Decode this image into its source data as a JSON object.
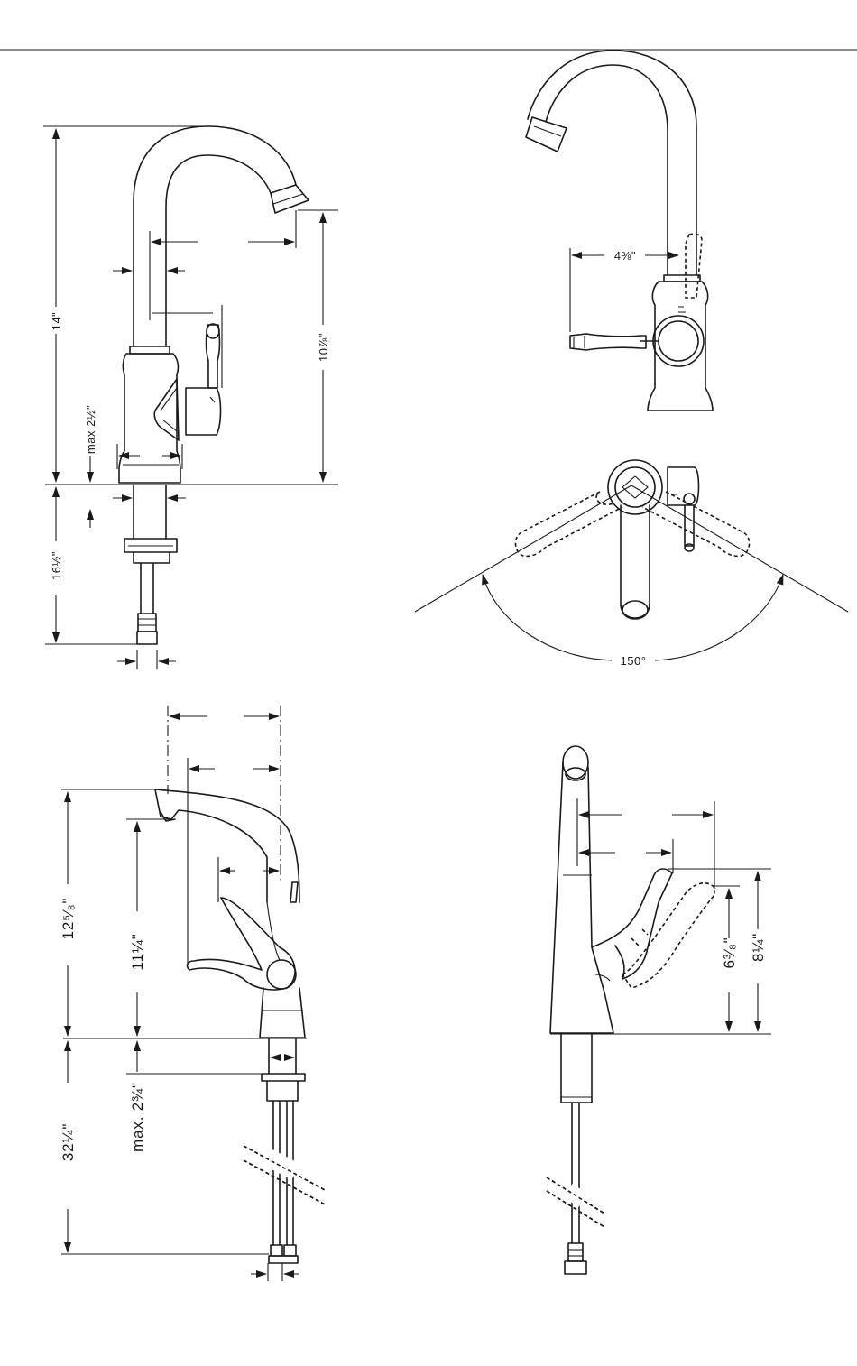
{
  "view1": {
    "dim_height_total": "14\"",
    "dim_spout_height": "10⅞\"",
    "dim_max_deck": "max 2½\"",
    "dim_below_deck": "16½\""
  },
  "view2": {
    "dim_handle_reach": "4⅜\""
  },
  "view3": {
    "dim_rotation": "150°"
  },
  "view4": {
    "dim_height_total": "12⁵⁄₈\"",
    "dim_spout_height": "11¼\"",
    "dim_max_deck": "max. 2¾\"",
    "dim_below_deck": "32¼\""
  },
  "view5": {
    "dim_handle_small": "6³⁄₈\"",
    "dim_handle_large": "8¼\""
  }
}
